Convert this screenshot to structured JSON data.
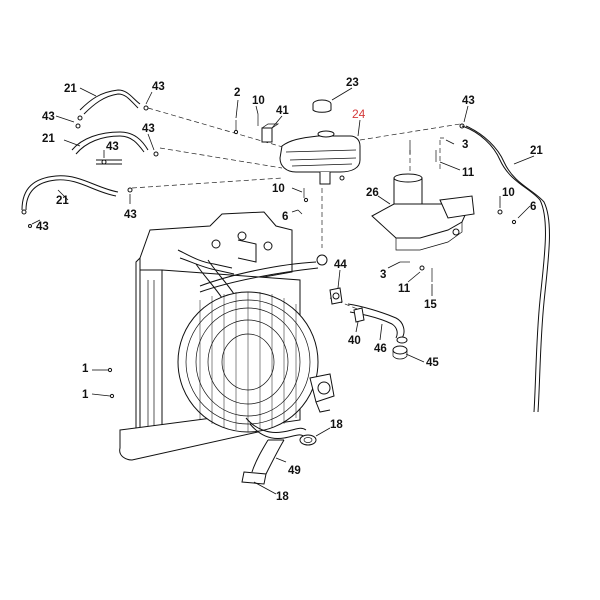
{
  "diagram": {
    "highlight_color": "#d43a3a",
    "callouts": {
      "c21a": "21",
      "c43a": "43",
      "c43b": "43",
      "c21b": "21",
      "c43c": "43",
      "c43d": "43",
      "c21c": "21",
      "c43e": "43",
      "c43f": "43",
      "c2": "2",
      "c10a": "10",
      "c41": "41",
      "c23": "23",
      "c24": "24",
      "c10b": "10",
      "c6a": "6",
      "c43g": "43",
      "c3a": "3",
      "c11a": "11",
      "c21d": "21",
      "c26": "26",
      "c10c": "10",
      "c6b": "6",
      "c44": "44",
      "c3b": "3",
      "c11b": "11",
      "c15": "15",
      "c40": "40",
      "c46": "46",
      "c45": "45",
      "c1a": "1",
      "c1b": "1",
      "c18a": "18",
      "c49": "49",
      "c18b": "18"
    }
  }
}
